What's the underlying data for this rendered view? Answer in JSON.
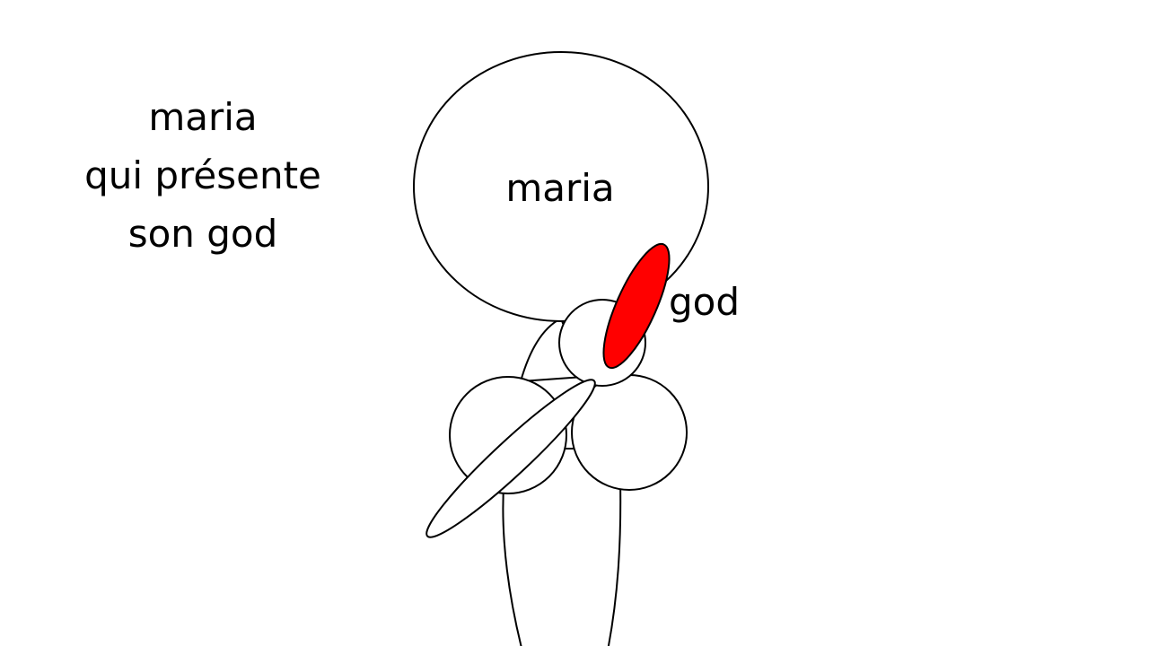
{
  "caption": {
    "lines": [
      "maria",
      "qui présente",
      "son god"
    ]
  },
  "figure": {
    "head_label": "maria",
    "highlight_label": "god",
    "colors": {
      "outline": "#000000",
      "fill": "#ffffff",
      "highlight": "#ff0000"
    }
  }
}
